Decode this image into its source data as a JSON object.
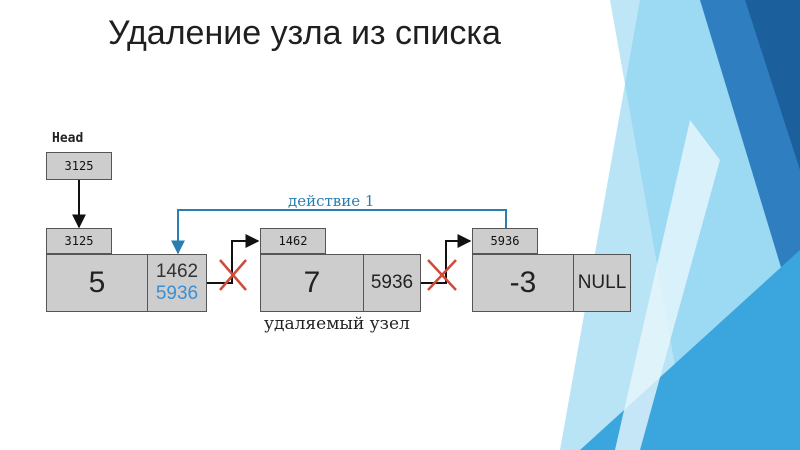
{
  "title": "Удаление узла из списка",
  "head_label": "Head",
  "head_address": "3125",
  "nodes": [
    {
      "address": "3125",
      "value": "5",
      "pointer_old": "1462",
      "pointer_new": "5936"
    },
    {
      "address": "1462",
      "value": "7",
      "pointer": "5936"
    },
    {
      "address": "5936",
      "value": "-3",
      "pointer": "NULL"
    }
  ],
  "action_label": "действие 1",
  "removed_caption": "удаляемый узел",
  "colors": {
    "accent_blue": "#2a7fb0",
    "new_pointer": "#3b8fd4",
    "cross": "#d04a3a",
    "node_fill": "#cdcdcd"
  }
}
